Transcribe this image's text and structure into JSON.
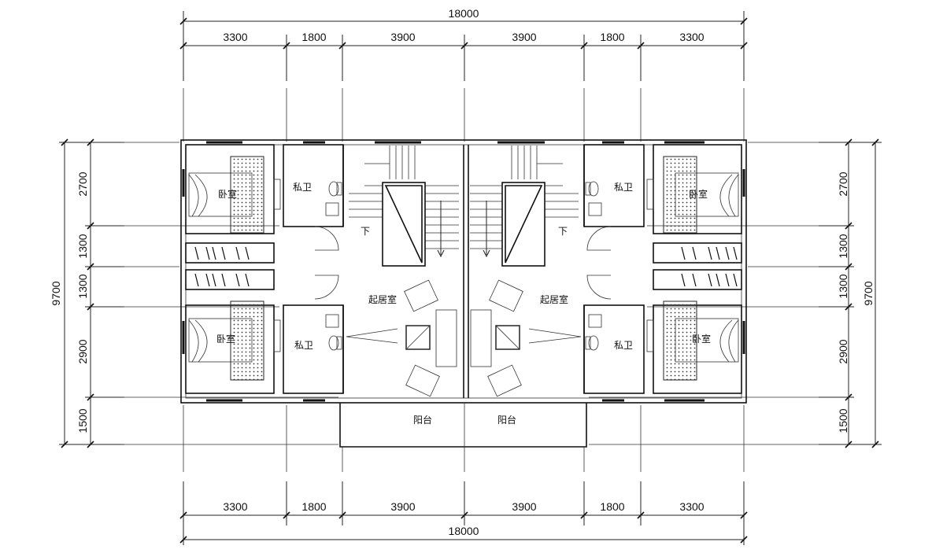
{
  "dimensions": {
    "top_total": "18000",
    "bottom_total": "18000",
    "top_segments": [
      "3300",
      "1800",
      "3900",
      "3900",
      "1800",
      "3300"
    ],
    "bottom_segments": [
      "3300",
      "1800",
      "3900",
      "3900",
      "1800",
      "3300"
    ],
    "left_total": "9700",
    "right_total": "9700",
    "left_segments": [
      "2700",
      "1300",
      "1300",
      "2900",
      "1500"
    ],
    "right_segments": [
      "2700",
      "1300",
      "1300",
      "2900",
      "1500"
    ]
  },
  "rooms": {
    "bedroom": "卧室",
    "bathroom": "私卫",
    "living": "起居室",
    "balcony": "阳台",
    "stair_down": "下"
  }
}
